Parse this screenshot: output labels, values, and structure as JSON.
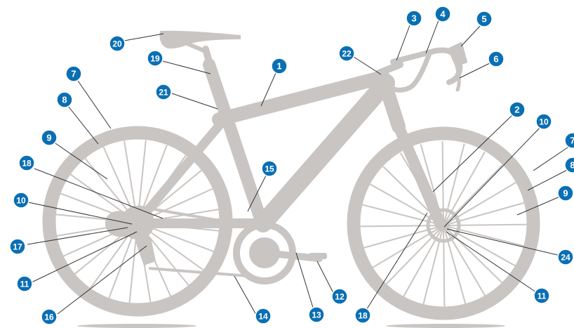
{
  "colors": {
    "badge_fill": "#0a6fb3",
    "badge_text": "#ffffff",
    "bike_gray": "#c9c5c2",
    "leader_line": "#333333",
    "background": "#ffffff"
  },
  "callouts": [
    {
      "id": "c1",
      "label": "1"
    },
    {
      "id": "c2",
      "label": "2"
    },
    {
      "id": "c3",
      "label": "3"
    },
    {
      "id": "c4",
      "label": "4"
    },
    {
      "id": "c5",
      "label": "5"
    },
    {
      "id": "c6",
      "label": "6"
    },
    {
      "id": "c7a",
      "label": "7"
    },
    {
      "id": "c7b",
      "label": "7"
    },
    {
      "id": "c8a",
      "label": "8"
    },
    {
      "id": "c8b",
      "label": "8"
    },
    {
      "id": "c9a",
      "label": "9"
    },
    {
      "id": "c9b",
      "label": "9"
    },
    {
      "id": "c10a",
      "label": "10"
    },
    {
      "id": "c10b",
      "label": "10"
    },
    {
      "id": "c11a",
      "label": "11"
    },
    {
      "id": "c11b",
      "label": "11"
    },
    {
      "id": "c12",
      "label": "12"
    },
    {
      "id": "c13",
      "label": "13"
    },
    {
      "id": "c14",
      "label": "14"
    },
    {
      "id": "c15",
      "label": "15"
    },
    {
      "id": "c16",
      "label": "16"
    },
    {
      "id": "c17",
      "label": "17"
    },
    {
      "id": "c18a",
      "label": "18"
    },
    {
      "id": "c18b",
      "label": "18"
    },
    {
      "id": "c19",
      "label": "19"
    },
    {
      "id": "c20",
      "label": "20"
    },
    {
      "id": "c21",
      "label": "21"
    },
    {
      "id": "c22",
      "label": "22"
    },
    {
      "id": "c24",
      "label": "24"
    }
  ]
}
